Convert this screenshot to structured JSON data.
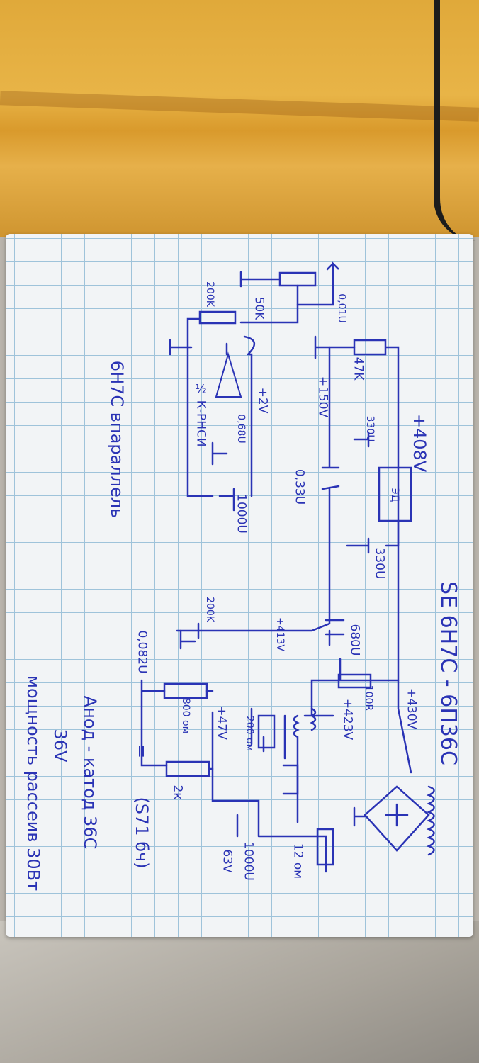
{
  "title": "SE 6Н7С - 6П36С",
  "stage1_note": "6Н7С впараллель",
  "voltages": {
    "b_plus_main": "+430V",
    "b_plus_filtered": "+423V",
    "output_anode": "+408V",
    "driver_anode": "+150V",
    "driver_cathode": "+2V",
    "output_grid": "+413V",
    "output_cathode": "+47V"
  },
  "components": {
    "r_anode_driver": "47K",
    "c_decoupling_1": "330U",
    "c_coupling_in": "0,01U",
    "pot_volume": "50K",
    "r_grid_leak_1": "200K",
    "c_cathode_small": "0,68U",
    "c_cathode_large": "1000U",
    "c_coupling": "0,33U",
    "choke_label": "ЭД",
    "led_label": "½ К-РНСИ",
    "c_filter_2": "330U",
    "c_filter_3": "680U",
    "r_filter": "100R",
    "r_grid_leak_2": "200K",
    "c_bypass": "0,082U",
    "r_grid_stopper": "200 ом",
    "r_cathode_1": "800 ом",
    "r_cathode_2": "2к",
    "r_heater": "12 ом",
    "c_output_cathode": "1000U",
    "c_output_cathode_voltage": "63V",
    "rectifier_note": "=",
    "output_transformer": "(S71 бч)"
  },
  "notes": {
    "anode_cathode": "Анод - катод 36С",
    "anode_cathode_voltage": "36V",
    "dissipation": "мощность рассеив 30Вт"
  },
  "colors": {
    "ink": "#2a33b5",
    "grid": "#9fc3da",
    "paper": "#f2f4f6"
  }
}
